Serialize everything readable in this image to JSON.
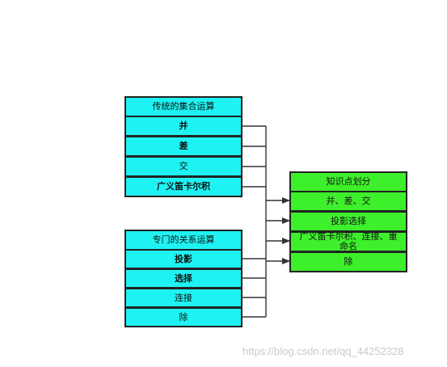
{
  "left_top": {
    "title": "传统的集合运算",
    "items": [
      "并",
      "差",
      "交",
      "广义笛卡尔积"
    ]
  },
  "left_bottom": {
    "title": "专门的关系运算",
    "items": [
      "投影",
      "选择",
      "连接",
      "除"
    ]
  },
  "right": {
    "title": "知识点划分",
    "items": [
      "并、差、交",
      "投影选择",
      "广义笛卡尔积、连接、重命名",
      "除"
    ]
  },
  "watermark": "https://blog.csdn.net/qq_44252328",
  "colors": {
    "cyan": "#1ff2f2",
    "green": "#3ef02b",
    "border": "#222222"
  }
}
